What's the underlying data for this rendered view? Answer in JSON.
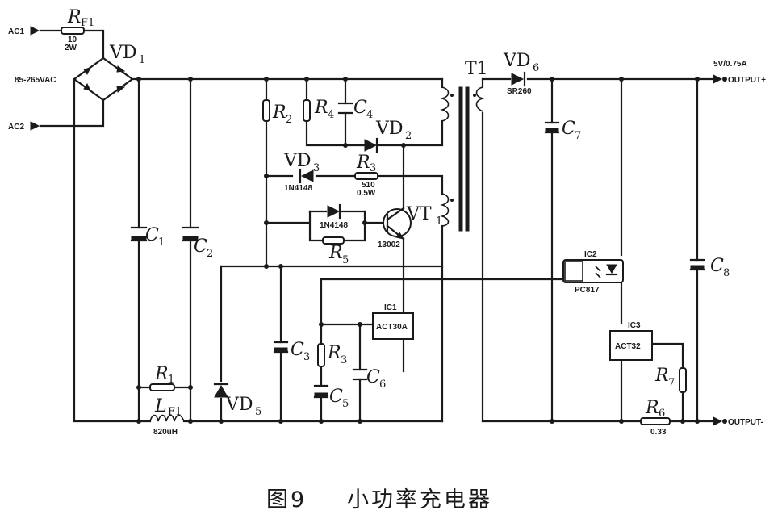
{
  "terminals": {
    "ac1": "AC1",
    "ac2": "AC2",
    "ac_range": "85-265VAC",
    "output_spec": "5V/0.75A",
    "out_plus": "OUTPUT+",
    "out_minus": "OUTPUT-"
  },
  "components": {
    "rf1": {
      "ref": "R",
      "sub": "F1",
      "value1": "10",
      "value2": "2W"
    },
    "vd1": {
      "ref": "VD",
      "sub": "1"
    },
    "c1": {
      "ref": "C",
      "sub": "1"
    },
    "c2": {
      "ref": "C",
      "sub": "2"
    },
    "r1": {
      "ref": "R",
      "sub": "1"
    },
    "lf1": {
      "ref": "L",
      "sub": "F1",
      "value": "820uH"
    },
    "vd5": {
      "ref": "VD",
      "sub": "5"
    },
    "r2": {
      "ref": "R",
      "sub": "2"
    },
    "r4": {
      "ref": "R",
      "sub": "4"
    },
    "c4": {
      "ref": "C",
      "sub": "4"
    },
    "vd2": {
      "ref": "VD",
      "sub": "2"
    },
    "vd3": {
      "ref": "VD",
      "sub": "3",
      "value": "1N4148"
    },
    "r3_top": {
      "ref": "R",
      "sub": "3",
      "value": "510",
      "value2": "0.5W"
    },
    "diode_mid": {
      "value": "1N4148"
    },
    "vt1": {
      "ref": "VT",
      "sub": "1",
      "value": "13002"
    },
    "r5": {
      "ref": "R",
      "sub": "5"
    },
    "c3": {
      "ref": "C",
      "sub": "3"
    },
    "r3_low": {
      "ref": "R",
      "sub": "3"
    },
    "c5": {
      "ref": "C",
      "sub": "5"
    },
    "c6": {
      "ref": "C",
      "sub": "6"
    },
    "ic1": {
      "tag": "IC1",
      "name": "ACT30A"
    },
    "t1": {
      "ref": "T1"
    },
    "vd6": {
      "ref": "VD",
      "sub": "6",
      "value": "SR260"
    },
    "c7": {
      "ref": "C",
      "sub": "7"
    },
    "ic2": {
      "tag": "IC2",
      "name": "PC817"
    },
    "ic3": {
      "tag": "IC3",
      "name": "ACT32"
    },
    "r7": {
      "ref": "R",
      "sub": "7"
    },
    "r6": {
      "ref": "R",
      "sub": "6",
      "value": "0.33"
    },
    "c8": {
      "ref": "C",
      "sub": "8"
    }
  },
  "caption": {
    "figure": "图9",
    "title": "小功率充电器"
  }
}
